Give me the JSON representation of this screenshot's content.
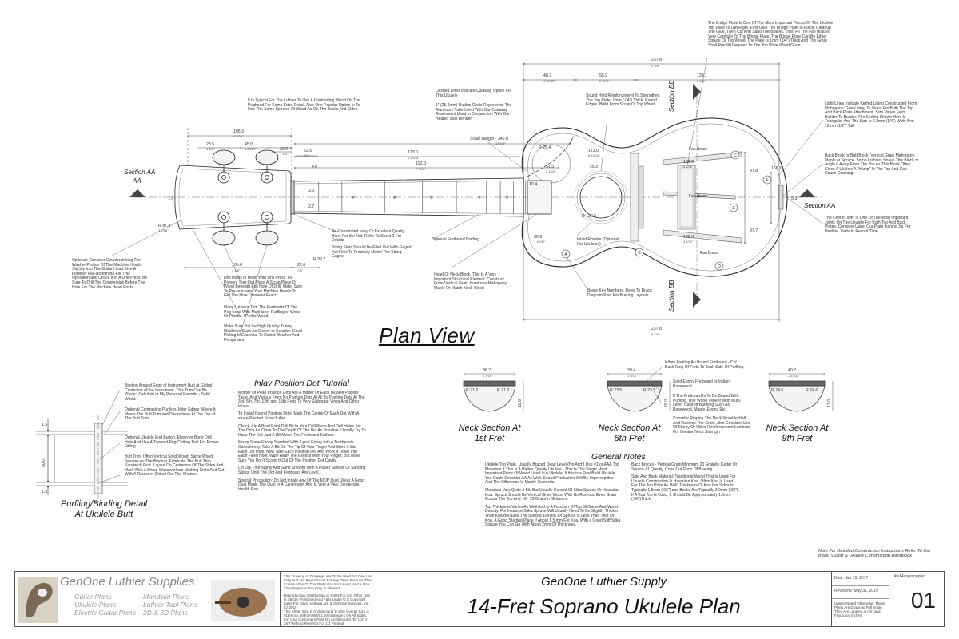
{
  "plan_view": {
    "title": "Plan View",
    "section_labels": {
      "aa_left": "Section AA",
      "aa_right": "Section AA",
      "bb_top": "Section BB",
      "bb_bottom": "Section BB"
    },
    "brace_labels": [
      "Fan Brace",
      "Fan Brace",
      "Fan Brace"
    ],
    "key_letters": [
      "A",
      "B",
      "C",
      "D",
      "E",
      "F"
    ],
    "dimensions": {
      "d237_top": "237.8",
      "d237_top_in": "9 3/8\"",
      "d237_bottom": "237.8",
      "d237_bottom_in": "9 3/8\"",
      "d133": "133.1",
      "d133_in": "5 1/4\"",
      "d48": "48.7",
      "d48_in": "1 59/32\"",
      "d55": "55.9",
      "d55_in": "2 3/16\"",
      "d105": "105.3",
      "d105_in": "4 5/32\"",
      "d45": "45.0",
      "d45_in": "1 25/32\"",
      "d28": "28.5",
      "d28_in": "1 1/8\"",
      "d32": "32.2",
      "d32_in": "1 1/4\"",
      "d22_5": "22.5",
      "d22_5_in": "7/8\"",
      "d173": "173.0",
      "d173_in": "6 13/16\"",
      "d192": "192.0",
      "d192_in": "7 9/16\"",
      "scale": "Scale Length - 346.0",
      "scale_in": "13 5/8\"",
      "d87": "R 87.3",
      "d87_in": "3 7/16\"",
      "d105b": "105.0",
      "d105b_in": "4 1/8\"",
      "d22b": "22.0",
      "d22b_in": "7/8\"",
      "d39": "R 39.7",
      "d25": "R 25.4",
      "d51": "51.5",
      "d51_in": "2 1/32\"",
      "d25_2": "25.2",
      "d25_2_in": "1\"",
      "d122": "R 122.5",
      "d36": "36.9",
      "d36_in": "1 15/32\"",
      "d102": "102.3",
      "d102_in": "4 1/32\"",
      "d102b": "102.3",
      "d102b_in": "4 1/32\"",
      "d173b": "173.0",
      "d173b_in": "6 13/16\"",
      "d40": "4.0",
      "d30": "3.0",
      "d27": "2.7",
      "d97": "97.8",
      "d160": "160.7",
      "d53": "5.3",
      "d16": "1.6",
      "d97b": "97.7",
      "d10": "10.4"
    },
    "notes": {
      "peghead": "It Is Typical For The Luthier To Use A Contrasting Wood On The Peghead For Some Extra Detail. Also One Popular Option Is To Use The Same Species Of Wood As On The Backs And Sides.",
      "dashed": "Dashed Lines Indicate Cutaway Option For This Ukulele",
      "radius": "1\" (25.4mm) Radius Circle Represents The Aluminum Tube Used With Our Cutaway Attachment Used In Conjunction With Our Heated Side Bender.",
      "soundhole": "Sound Hold Reinforcement To Strengthen The Top Plate. 1mm (.04\") Thick, Round Edges. Build From Scrap Of Top Wood",
      "bridgeplate": "The Bridge Plate Is One Of The More Important Pieces Of The Ukulele Top Plate To Get Right. First Glue The Bridge Plate In Place, Cleanup The Glue, Then Cut And Sand The Braces. Then Fit The Fan Braces Very Carefully To The Bridge Plate. The Bridge Plate Can Be Either Spruce Or Top Wood. The Plate Is 1mm (.04\") Thick And The Grain Shall Run 90 Degrees To The Top Plate Wood Grain.",
      "lightlines": "Light Lines Indicate Kerfed Lining Constructed From Mahogany. Give Lining To Sides For Both The Top And Back Plate Attachment. Size Varies From Builder To Builder. The Kerfing Shown Here Is Triangular And The Size Is 6.3mm (1/4\") Wide And 12mm (1/2\") Tall.",
      "backblock": "Back Block or Butt Block. Vertical Grain Mahogany, Maple or Spruce. Some Luthiers Shave This Block or Angle It Away From The Top As This Block Often Gives A Ukulele A \"Hump\" In The Top And Can Cause Cracking.",
      "centerjoint": "The Center Joint Is One Of The Most Important Joints On The Ukulele For Both Top And Back Plates. Consider Using Our Plate Joining Jig For Hairline Joints In Record Time",
      "countersink": "Optional: Consider Countersinking The Washer Portion Of The Machine Heads Slightly Into The Guitar Head. Use A Forstner Flat-Bottom Bit For This Operation and Chuck It In A Drill Press. Be Sure To Drill The Countersink Before The Hole For The Machine Head Posts.",
      "drillholes": "Drill Holes In Head With Drill Press. To Prevent Tear-Out Place A Scrap Piece Of Wood Beneath Exit Hole Of Drill. Make Sure To Pre-purchase Your Machine Heads To Get The Hole Diameter Exact.",
      "trim": "Many Luthiers Trim The Perimeter Of The Peg-head With Multi-layer Purfling of Wood Or Plastic. I Prefer Wood.",
      "tuning": "Make Sure To Use High Quality Tuning Machines Such As Grover or Schaller. Good Plating Is Essential To Resist Weather And Perspiration",
      "nut": "Re-Constituted Ivory Or Excellent Quality Bone For the Nut. Refer To Sheet 2 For Details",
      "slots": "String Slots Should Be Filed Out With Gaged Nut Files To Precisely Match The String Gages",
      "fbbinding": "Optional Fretboard Binding.",
      "neckblock": "Head Or Neck Block. This Is A Very Important Structural Element. Construct From Vertical Grain Honduras Mahogany, Maple Or Match Neck Wood",
      "rosette": "Inlaid Rosette (Optional For Ukuleles)",
      "bracekey": "Brace Key Numbers. Refer To Brace Diagram Plan For Bracing Layouts"
    }
  },
  "purfling": {
    "title_line1": "Purfling/Binding Detail",
    "title_line2": "At Ukulele Butt",
    "notes": [
      "Binding Around Edge of Instrument Butt at Global Centerline of the Instrument. This Trim Can Be Plastic, Celluloid or My Personal Favorite - Solid Wood.",
      "Optional Contrasting Purfling. Miter Edges Where It Meets The Butt Trim and Discontinue At The Top of The Butt Trim.",
      "Optional Ukulele End Button. Ebony or Bone Drill Hole And Use A Tapered Peg-Cutting Tool For Proper Fitting",
      "Butt Trim: Often Vertical Solid Wood. Same Wood Species As The Binding. Fabricate The Butt Trim Sandwich First. Layout On Centerline Of The Sides And Mark With A Sharp Woodworkers Marking Knife And Cut With A Router or Chisel Out The Channel."
    ],
    "dims": {
      "w15": "1.5",
      "h50": "50.0",
      "w15b": "1.5"
    }
  },
  "inlay": {
    "title": "Inlay Position Dot Tutorial",
    "paragraphs": [
      "Mother Of Pearl Position Dots Are A Matter Of Each Ukulele Players Taste. And Various From No Position Dots At All To Position Dots At The 3rd, 5th, 7th, 12th and 15th Frets To Very Elaborate Vines And Other Inlays.",
      "To Install Round Position Dots, Mark The Center Of Each Dot With A sharp-Pointed Scratch Awl.",
      "Chuck -Up A Brad Point Drill Bit In Your Drill Press And Drill Holes For The Dots As Close To The Depth Of The Dot As Possible. Usually Try To Have The Dot Just A Bit Above The Fretboard Surface.",
      "Mixup Some Ebony Sawdust With 2-part Epoxy Into A Toothpaste Consistency. Take A Bit On The Tip Of Your Finger And Work It Into Each Dot Hole. Now Take Each Position Dot And Work It Down Into Each Filled Hole. Wipe Away The Excess With Your Finger, But Make Sure You Don't Scoop It Out Of The Position Dot Cavity.",
      "Let Dry Thoroughly And Sand Smooth With A Power Sander Or Sanding Sticks, Until The Dot And Fretboard Are Level.",
      "Special Precaution: Do Not Inhale Any Of The MOP Dust. Wear A Good Dust Mask. The Dust In A Carcinogen And Is Very A Very Dangerous Health Risk."
    ]
  },
  "neck_sections": [
    {
      "line1": "Neck Section At",
      "line2": "1st Fret",
      "width": "36.7",
      "width_in": "1 7/16\"",
      "rl": "R 21.2",
      "rr": "R 21.2",
      "depth": "18.0"
    },
    {
      "line1": "Neck Section At",
      "line2": "6th Fret",
      "width": "39.4",
      "width_in": "1 9/16\"",
      "rl": "R 23.5",
      "rr": "R 23.5",
      "depth": "18.0"
    },
    {
      "line1": "Neck Section At",
      "line2": "9th Fret",
      "width": "40.7",
      "width_in": "1 19/32\"",
      "rl": "R 24.6",
      "rr": "R 24.6",
      "depth": "17.0"
    }
  ],
  "fret_notes": [
    "When Fretting An Bound Fretboard - Cut Back Tang Of Frets To Back Side Of Purfling.",
    "Solid Ebony Fretboard or Indian Rosewood.",
    "If The Fretboard Is To Be Bound With Purfling, Use Wood Veneer With Multi-Layer Colored Banding Such As Rosewood, Maple, Ebony Etc.",
    "Consider Ripping The Neck Wood In Half And Reverse The Grain. Also Consider Use Of Ebony Or Other Reinforcement Laminate For Greater Neck Strength"
  ],
  "general_notes": {
    "title": "General Notes",
    "left": [
      "Ukulele Top Plate. Usually Braced Dead Level (No Arch) Use #1 or AAA Top Materials If This Is A Higher Quality Ukulele - This Is The Single Most Important Piece Of Wood Used In A Ukulele. If this is a First Build Ukulele You Could Consider AA As Well. Sound Production Will Be Imperceptible And The Difference Is Mainly Cosmetic.",
      "Materials Vary Quite A Bit, But Usually Consist Of Sitka Spruce Or Hawaiian Koa. Spruce Should Be Vertical Grain Wood With No Run-out, Even Grain Across The Top And 16 - 20 Grain/In Minimum.",
      "Top Thickness Varies As Well And Is A Function Of Top Stiffness And Wood Density. For Instance Sitka Spruce Will Usually Need To Be Slightly Thicker Than Koa Because The Specific Density Of Spruce Is Less Than That Of Koa. A Good Starting Place If About 1.5 mm For Koa. With a Good Stiff Sitka Spruce You Can Go With About 2mm Of Thickness."
    ],
    "right": [
      "Back Braces - Vertical Grain Minimum 20 Grain/In Cedar Or Spruce #1 Quality. Cope Out Ends Of Bracing.",
      "Side And Back Material: Traditional Wood That Is Used For Ukulele Construction Is Hawaiian Koa. Often Koa Is Used For The Top Plate As Well. Thickness Of Koa For Sides Is Typically 1.5mm (.06\") and Backs Are Typically 2.0mm (.08\"). If A Koa Top Is Used, It Should Be Approximately 1.5mm (.06\")Thick."
    ]
  },
  "handbook_note": "Note For Detailed Construction Instructions Refer To Our Book \"Guitar & Ukulele Construction Handbook",
  "title_block": {
    "brand": "GenOne Luthier Supplies",
    "products_left": [
      "Guitar Plans",
      "Ukulele Plans",
      "Electric Guitar Plans"
    ],
    "products_right": [
      "Mandolin Plans",
      "Luthier Tool Plans",
      "2D & 3D Plans"
    ],
    "legal": "This Drawing or Drawings Are To Be Used For One Use Only And Not Reproduced For Any Other Purpose Than Construction Of This Particular Instrument, and a One Time Reproduction Only Is Allowed.",
    "legal2": "Reproduction, Distribution or Sales For Any Other Use Is Strictly Prohibited And Falls Under U.S Copyright Laws For David Verburg A/K & GenOne Services, Inc. (c) 2019",
    "legal3": "This Sheet Size Is Architectural D Size Overall Size is 914mm x 609mm With 1.5mm Borders On All Sides, For USA Customers Print On Architectural \"D\" (24\" x 36\") Without Resizing For 1:1 Printout.",
    "company": "GenOne Luthier Supply",
    "plan_title": "14-Fret Soprano Ukulele Plan",
    "date": "Date: Jan 15, 2017",
    "revisions": "Revisions: May 31, 2019",
    "tolerance": "Unless Noted Otherwise, These Plans Are Drawn to Full Scale. They Are Labeled in mm and Fractional Inches",
    "file": "uke14sopranoplan",
    "sheet": "01"
  }
}
